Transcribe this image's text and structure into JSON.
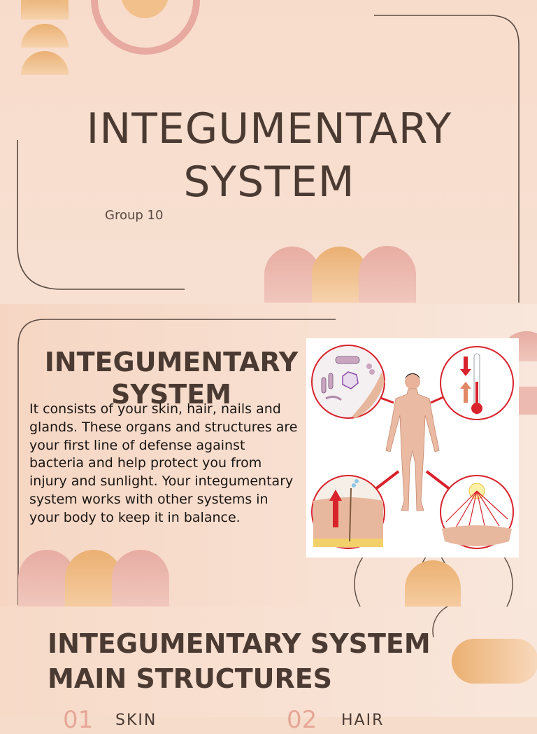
{
  "slide1": {
    "title": "INTEGUMENTARY SYSTEM",
    "subtitle": "Group 10"
  },
  "slide2": {
    "title": "INTEGUMENTARY SYSTEM",
    "body": "It consists of your skin, hair, nails and glands. These organs and structures are your first line of defense against bacteria and help protect you from injury and sunlight. Your integumentary system works with other systems in your body to keep it in balance."
  },
  "slide3": {
    "title": "INTEGUMENTARY SYSTEM MAIN STRUCTURES",
    "items": [
      {
        "number": "01",
        "label": "SKIN"
      },
      {
        "number": "02",
        "label": "HAIR"
      }
    ]
  },
  "colors": {
    "pink": "#e9b2a7",
    "gold": "#ebb173",
    "text": "#4a3a32",
    "line": "#5a4a42"
  }
}
